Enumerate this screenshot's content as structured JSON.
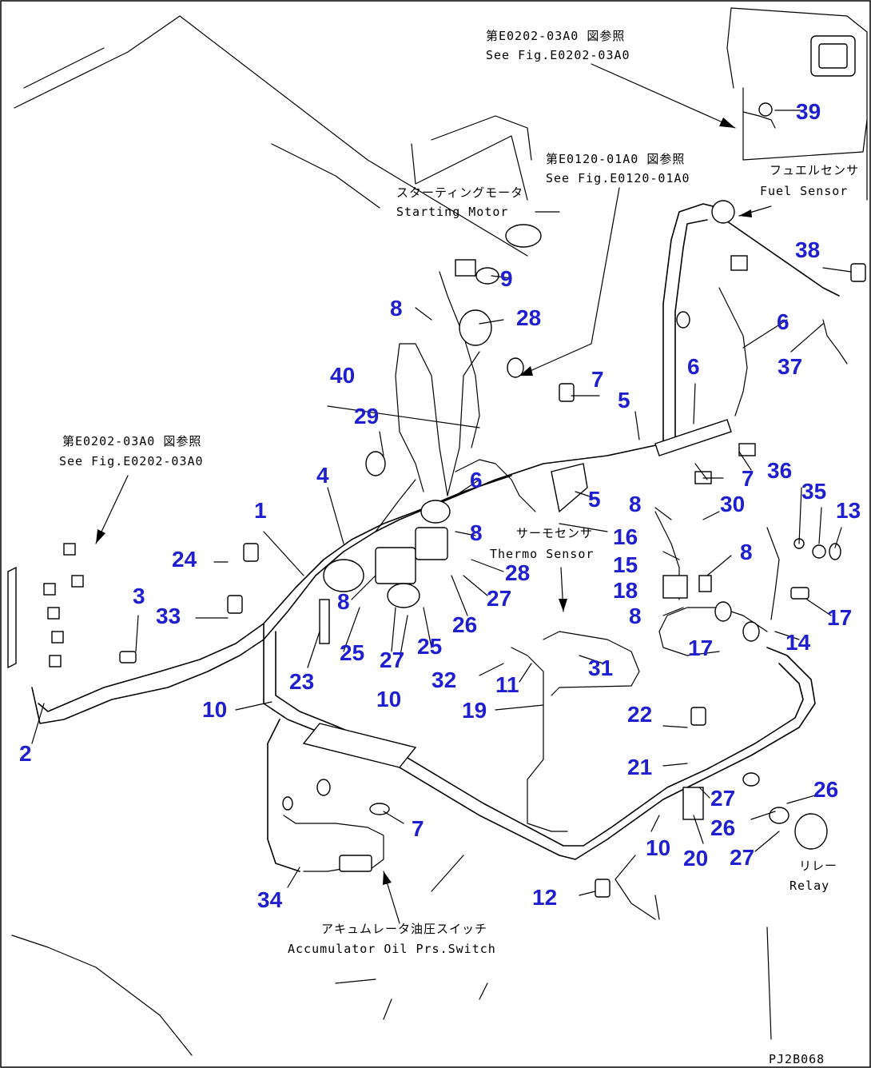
{
  "drawing": {
    "drawing_number": "PJ2B068",
    "accent_color": "#1f1fd0"
  },
  "notes": {
    "ref_e0202_top_jp": "第E0202-03A0 図参照",
    "ref_e0202_top_en": "See Fig.E0202-03A0",
    "ref_e0120_jp": "第E0120-01A0 図参照",
    "ref_e0120_en": "See Fig.E0120-01A0",
    "ref_e0202_left_jp": "第E0202-03A0 図参照",
    "ref_e0202_left_en": "See Fig.E0202-03A0",
    "starting_motor_jp": "スターティングモータ",
    "starting_motor_en": "Starting Motor",
    "fuel_sensor_jp": "フュエルセンサ",
    "fuel_sensor_en": "Fuel Sensor",
    "thermo_sensor_jp": "サーモセンサ",
    "thermo_sensor_en": "Thermo Sensor",
    "relay_jp": "リレー",
    "relay_en": "Relay",
    "accumulator_jp": "アキュムレータ油圧スイッチ",
    "accumulator_en": "Accumulator Oil Prs.Switch"
  },
  "callouts": {
    "c1": "1",
    "c2": "2",
    "c3": "3",
    "c4": "4",
    "c5a": "5",
    "c5b": "5",
    "c6a": "6",
    "c6b": "6",
    "c6c": "6",
    "c7a": "7",
    "c7b": "7",
    "c7c": "7",
    "c8a": "8",
    "c8b": "8",
    "c8c": "8",
    "c8d": "8",
    "c8e": "8",
    "c8f": "8",
    "c9": "9",
    "c10a": "10",
    "c10b": "10",
    "c10c": "10",
    "c11": "11",
    "c12": "12",
    "c13": "13",
    "c14": "14",
    "c15": "15",
    "c16": "16",
    "c17a": "17",
    "c17b": "17",
    "c18": "18",
    "c19": "19",
    "c20": "20",
    "c21": "21",
    "c22": "22",
    "c23": "23",
    "c24": "24",
    "c25a": "25",
    "c25b": "25",
    "c26a": "26",
    "c26b": "26",
    "c26c": "26",
    "c27a": "27",
    "c27b": "27",
    "c27c": "27",
    "c27d": "27",
    "c28a": "28",
    "c28b": "28",
    "c29": "29",
    "c30": "30",
    "c31": "31",
    "c32": "32",
    "c33": "33",
    "c34": "34",
    "c35": "35",
    "c36": "36",
    "c37": "37",
    "c38": "38",
    "c39": "39",
    "c40": "40"
  }
}
